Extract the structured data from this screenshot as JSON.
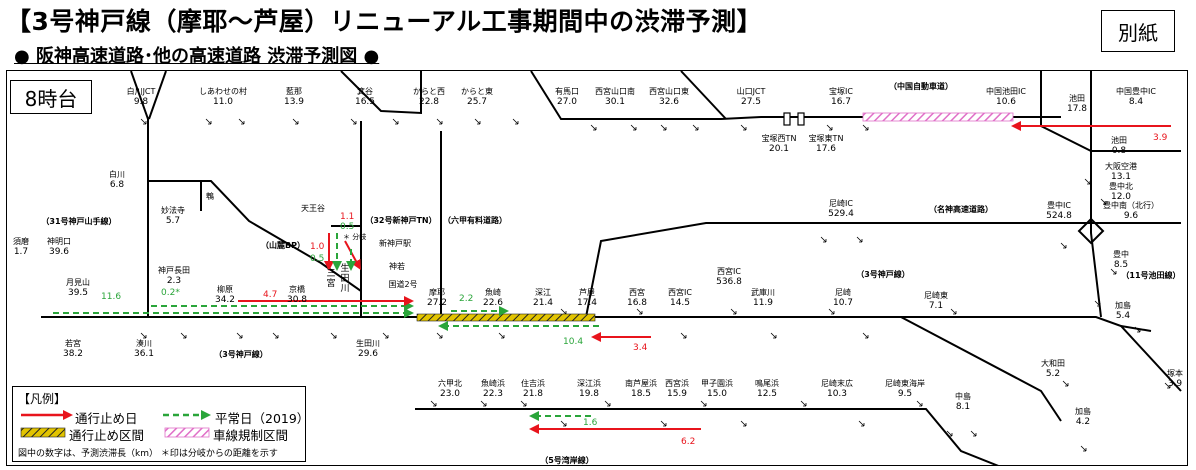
{
  "header": {
    "title": "【3号神戸線（摩耶～芦屋）リニューアル工事期間中の渋滞予測】",
    "subtitle": "● 阪神高速道路･他の高速道路 渋滞予測図 ●",
    "attachment_label": "別紙",
    "time_label": "8時台"
  },
  "colors": {
    "closure_day": "#e8141c",
    "normal_day": "#2aa53a",
    "closure_section": "#c8a800",
    "lane_restriction": "#e070c8",
    "road": "#000000"
  },
  "legend": {
    "title": "【凡例】",
    "closure_day": "通行止め日",
    "normal_day": "平常日（2019）",
    "closure_section": "通行止め区間",
    "lane_restriction": "車線規制区間",
    "note": "図中の数字は、予測渋滞長（km） ＊印は分岐からの距離を示す"
  },
  "route_labels": [
    {
      "id": "r31",
      "text": "（31号神戸山手線）"
    },
    {
      "id": "r32",
      "text": "（32号新神戸TN）"
    },
    {
      "id": "rrokko",
      "text": "（六甲有料道路）"
    },
    {
      "id": "rsanroku",
      "text": "（山麓BP）"
    },
    {
      "id": "r3a",
      "text": "（3号神戸線）"
    },
    {
      "id": "r3b",
      "text": "（3号神戸線）"
    },
    {
      "id": "rmeishin",
      "text": "（名神高速道路）"
    },
    {
      "id": "rchugoku",
      "text": "（中国自動車道）"
    },
    {
      "id": "r11",
      "text": "（11号池田線）"
    },
    {
      "id": "r5",
      "text": "（5号湾岸線）"
    }
  ],
  "points": [
    {
      "id": "shirakawa_jct",
      "name": "白川JCT",
      "value": "9.8"
    },
    {
      "id": "shiawasenomura",
      "name": "しあわせの村",
      "value": "11.0"
    },
    {
      "id": "karatobe",
      "name": "藍那",
      "value": "13.9"
    },
    {
      "id": "minotani",
      "name": "箕谷",
      "value": "16.5"
    },
    {
      "id": "karatonishi",
      "name": "からと西",
      "value": "22.8"
    },
    {
      "id": "karatohigashi",
      "name": "からと東",
      "value": "25.7"
    },
    {
      "id": "arimaguchi",
      "name": "有馬口",
      "value": "27.0"
    },
    {
      "id": "nishinomiya_yamaguchi_minami",
      "name": "西宮山口南",
      "value": "30.1"
    },
    {
      "id": "nishinomiya_yamaguchi_higashi",
      "name": "西宮山口東",
      "value": "32.6"
    },
    {
      "id": "yamaguchi_jct",
      "name": "山口JCT",
      "value": "27.5"
    },
    {
      "id": "takarazuka_ic",
      "name": "宝塚IC",
      "value": "16.7"
    },
    {
      "id": "chugoku_ikeda_ic",
      "name": "中国池田IC",
      "value": "10.6"
    },
    {
      "id": "chugoku_toyonaka_ic",
      "name": "中国豊中IC",
      "value": "8.4"
    },
    {
      "id": "ikeda_n",
      "name": "池田",
      "value": "17.8"
    },
    {
      "id": "takarazuka_nishi_tn",
      "name": "宝塚西TN",
      "value": "20.1"
    },
    {
      "id": "takarazuka_higashi_tn",
      "name": "宝塚東TN",
      "value": "17.6"
    },
    {
      "id": "ikeda",
      "name": "池田",
      "value": "0.8"
    },
    {
      "id": "osaka_airport",
      "name": "大阪空港",
      "value": "13.1"
    },
    {
      "id": "toyonaka_kita",
      "name": "豊中北",
      "value": "12.0"
    },
    {
      "id": "toyonaka_minami",
      "name": "豊中南（北行）",
      "value": "9.6"
    },
    {
      "id": "toyonaka_ic",
      "name": "豊中IC",
      "value": "524.8"
    },
    {
      "id": "toyonaka",
      "name": "豊中",
      "value": "8.5"
    },
    {
      "id": "shirakawa",
      "name": "白川",
      "value": "6.8"
    },
    {
      "id": "myohoji",
      "name": "妙法寺",
      "value": "5.7"
    },
    {
      "id": "tennoji",
      "name": "天王谷",
      "value": ""
    },
    {
      "id": "shinkobe",
      "name": "新神戸駅",
      "value": ""
    },
    {
      "id": "kobe_nagata",
      "name": "神戸長田",
      "value": "2.3"
    },
    {
      "id": "suma",
      "name": "須磨",
      "value": "1.7"
    },
    {
      "id": "myodani",
      "name": "神明口",
      "value": "39.6"
    },
    {
      "id": "tsukimiyama",
      "name": "月見山",
      "value": "39.5"
    },
    {
      "id": "motomachi",
      "name": "京橋",
      "value": "30.8"
    },
    {
      "id": "hyogo",
      "name": "柳原",
      "value": "34.2"
    },
    {
      "id": "ikuta",
      "name": "生田川",
      "value": ""
    },
    {
      "id": "sannomiya",
      "name": "三宮",
      "value": ""
    },
    {
      "id": "kobe_route2",
      "name": "国道2号",
      "value": ""
    },
    {
      "id": "kanda",
      "name": "神若",
      "value": ""
    },
    {
      "id": "maya",
      "name": "摩耶",
      "value": "27.2"
    },
    {
      "id": "uozaki",
      "name": "魚崎",
      "value": "22.6"
    },
    {
      "id": "fukae",
      "name": "深江",
      "value": "21.4"
    },
    {
      "id": "ashiya",
      "name": "芦屋",
      "value": "17.4"
    },
    {
      "id": "nishinomiya",
      "name": "西宮",
      "value": "16.8"
    },
    {
      "id": "nishinomiya_ic",
      "name": "西宮IC",
      "value": "14.5"
    },
    {
      "id": "nishinomiya_ic_meishin",
      "name": "西宮IC",
      "value": "536.8"
    },
    {
      "id": "amagasaki_ic",
      "name": "尼崎IC",
      "value": "529.4"
    },
    {
      "id": "muko",
      "name": "武庫川",
      "value": "11.9"
    },
    {
      "id": "amagasaki",
      "name": "尼崎",
      "value": "10.7"
    },
    {
      "id": "amagasaki_higashi",
      "name": "尼崎東",
      "value": "7.1"
    },
    {
      "id": "kashima",
      "name": "加島",
      "value": "5.4"
    },
    {
      "id": "suma_w",
      "name": "若宮",
      "value": "38.2"
    },
    {
      "id": "minatogawa",
      "name": "湊川",
      "value": "36.1"
    },
    {
      "id": "ikutagawa",
      "name": "生田川",
      "value": "29.6"
    },
    {
      "id": "rokko_island_kita",
      "name": "六甲北",
      "value": "23.0"
    },
    {
      "id": "uozakihama",
      "name": "魚崎浜",
      "value": "22.3"
    },
    {
      "id": "sumiyoshihama",
      "name": "住吉浜",
      "value": "21.8"
    },
    {
      "id": "fukaehama",
      "name": "深江浜",
      "value": "19.8"
    },
    {
      "id": "nishinomiyahama",
      "name": "南芦屋浜",
      "value": "18.5"
    },
    {
      "id": "nishinomiyahama2",
      "name": "西宮浜",
      "value": "15.9"
    },
    {
      "id": "koshienhama",
      "name": "甲子園浜",
      "value": "15.0"
    },
    {
      "id": "narunahama",
      "name": "鳴尾浜",
      "value": "12.5"
    },
    {
      "id": "amagasaki_suehiro",
      "name": "尼崎末広",
      "value": "10.3"
    },
    {
      "id": "amagasaki_higashikaigan",
      "name": "尼崎東海岸",
      "value": "9.5"
    },
    {
      "id": "nakajima",
      "name": "中島",
      "value": "8.1"
    },
    {
      "id": "ohwada",
      "name": "大和田",
      "value": "5.2"
    },
    {
      "id": "tsukamoto",
      "name": "塚本",
      "value": "3.9"
    },
    {
      "id": "kashima2",
      "name": "加島",
      "value": "4.2"
    }
  ],
  "congestion": [
    {
      "id": "c1",
      "value": "1.1",
      "type": "closure"
    },
    {
      "id": "c2",
      "value": "0.5",
      "type": "normal"
    },
    {
      "id": "c3",
      "value": "1.0",
      "type": "closure"
    },
    {
      "id": "c4",
      "value": "0.5",
      "type": "normal"
    },
    {
      "id": "c5",
      "value": "4.7",
      "type": "closure"
    },
    {
      "id": "c6",
      "value": "11.6",
      "type": "normal"
    },
    {
      "id": "c7",
      "value": "0.2*",
      "type": "normal"
    },
    {
      "id": "c8",
      "value": "2.2",
      "type": "normal"
    },
    {
      "id": "c9",
      "value": "10.4",
      "type": "normal"
    },
    {
      "id": "c10",
      "value": "3.4",
      "type": "closure"
    },
    {
      "id": "c11",
      "value": "3.9",
      "type": "closure"
    },
    {
      "id": "c12",
      "value": "1.6",
      "type": "normal"
    },
    {
      "id": "c13",
      "value": "6.2",
      "type": "closure"
    }
  ],
  "misc": {
    "branch_label": "鵯",
    "sannomiya_label": "三宮",
    "ikuta_label": "生田川",
    "split_label": "＊ 分岐"
  }
}
